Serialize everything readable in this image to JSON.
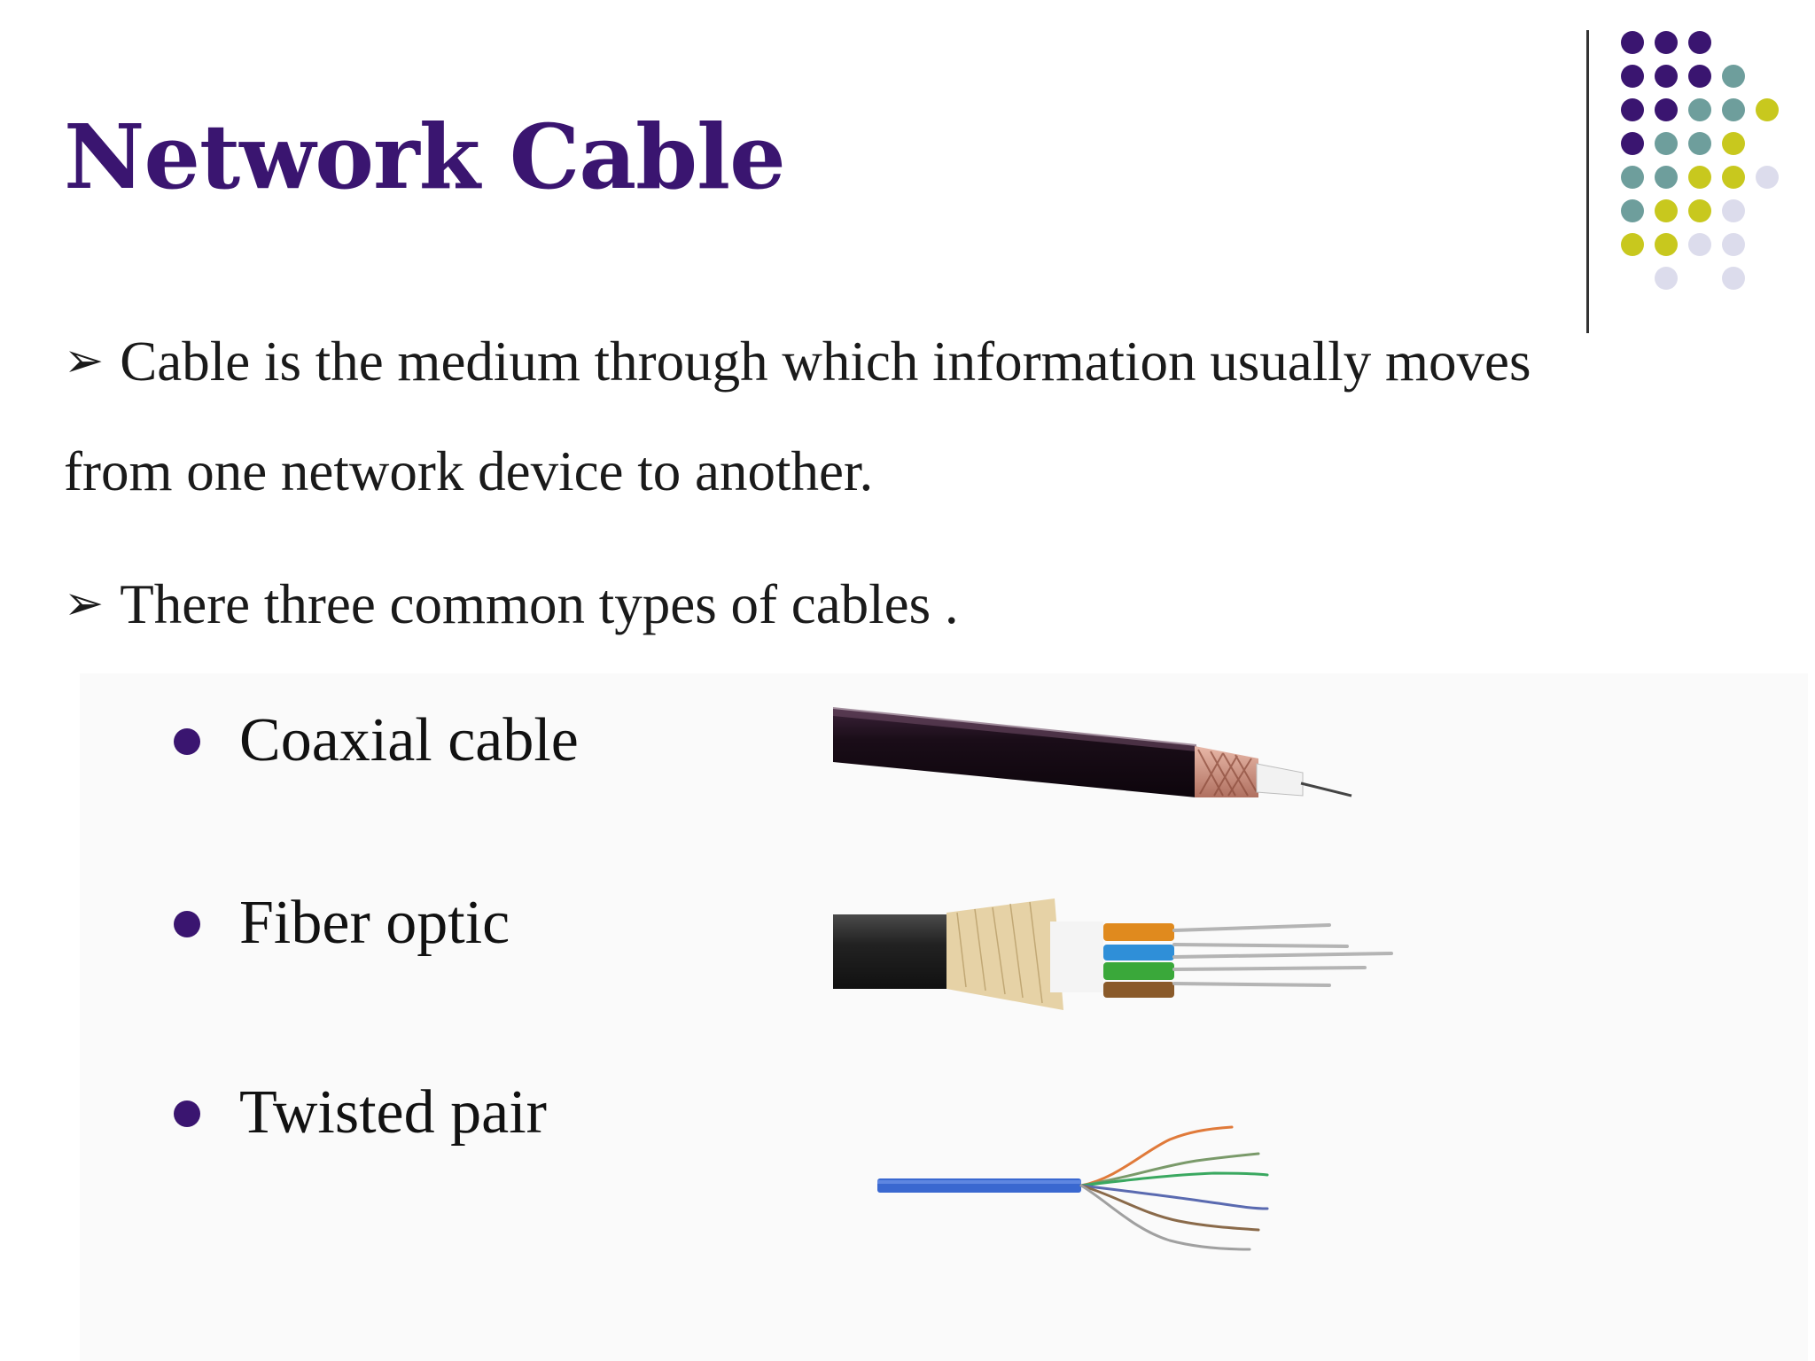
{
  "slide": {
    "title": "Network Cable",
    "bullets": [
      {
        "line1": "Cable is the medium through which information usually moves",
        "line2": "from one network device to another."
      },
      {
        "line1": "There three common types of cables ."
      }
    ],
    "types": [
      {
        "label": "Coaxial cable",
        "image_icon": "coaxial-cable-photo"
      },
      {
        "label": "Fiber optic",
        "image_icon": "fiber-optic-cable-photo"
      },
      {
        "label": "Twisted pair",
        "image_icon": "twisted-pair-cable-photo"
      }
    ]
  },
  "theme": {
    "title_color": "#3a1570",
    "dot_colors": [
      "#3a1570",
      "#6e9e9c",
      "#c8c81e",
      "#dcdcec"
    ]
  }
}
